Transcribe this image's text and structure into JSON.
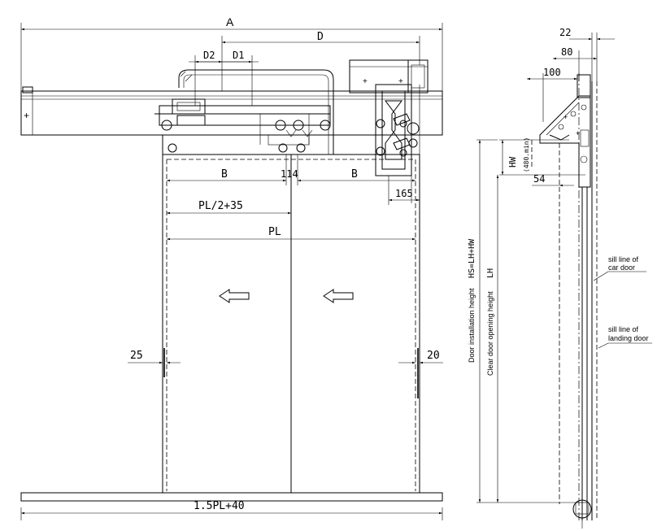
{
  "front_view": {
    "dim_total_width": "A",
    "dim_drive": "D",
    "dim_d2": "D2",
    "dim_d1": "D1",
    "dim_b_left": "B",
    "dim_center_gap": "114",
    "dim_b_right": "B",
    "dim_offset_right": "165",
    "dim_half_panel": "PL/2+35",
    "dim_panel": "PL",
    "dim_left_clear": "25",
    "dim_right_clear": "20",
    "dim_sill": "1.5PL+40"
  },
  "side_view": {
    "dim_top_22": "22",
    "dim_top_80": "80",
    "dim_top_100": "100",
    "dim_54": "54",
    "dim_hw": "HW",
    "dim_hw_min": "(480.min)",
    "dim_hs": "HS=LH+HW",
    "dim_lh": "LH",
    "label_install_height": "Door installation height",
    "label_clear_height": "Clear door opening height",
    "sill_car_line1": "sill line of",
    "sill_car_line2": "car door",
    "sill_landing_line1": "sill line of",
    "sill_landing_line2": "landing door"
  }
}
